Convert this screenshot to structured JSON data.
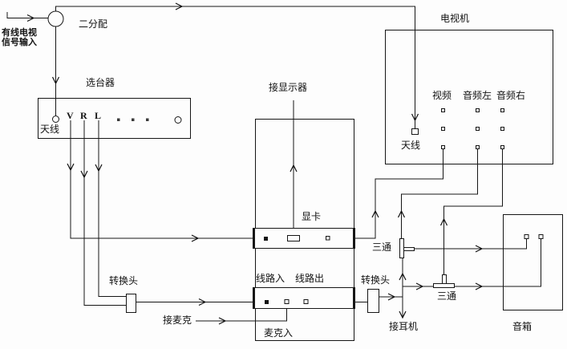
{
  "diagram_title_implicit": "TV / PC audio-video wiring diagram",
  "colors": {
    "line": "#000000",
    "background": "#fdfdfd"
  },
  "labels": {
    "cable_line1": "有线电视",
    "cable_line2": "信号输入",
    "splitter": "二分配",
    "tuner": "选台器",
    "tuner_antenna": "天线",
    "port_v": "V",
    "port_r": "R",
    "port_l": "L",
    "monitor": "接显示器",
    "gpu": "显卡",
    "tv": "电视机",
    "tv_video": "视频",
    "tv_audio_left": "音频左",
    "tv_audio_right": "音频右",
    "tv_antenna": "天线",
    "line_in": "线路入",
    "line_out": "线路出",
    "mic_in": "麦克入",
    "mic": "接麦克",
    "adapter_left": "转换头",
    "adapter_right": "转换头",
    "tee_upper": "三通",
    "tee_lower": "三通",
    "earphone": "接耳机",
    "speaker": "音箱"
  }
}
